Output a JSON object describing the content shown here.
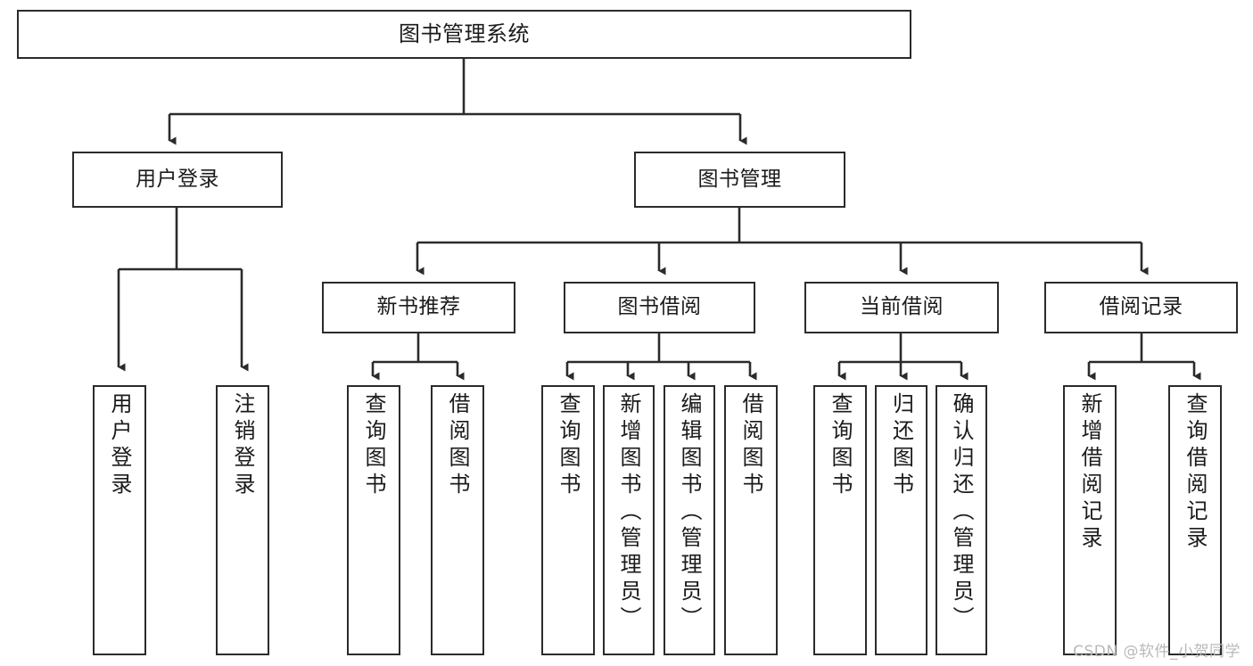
{
  "diagram": {
    "title": "图书管理系统",
    "type": "hierarchy-tree",
    "background": "#ffffff",
    "stroke_color": "#2b2b2b",
    "text_color": "#1b1b1b"
  },
  "nodes": {
    "root": {
      "label": "图书管理系统"
    },
    "level2": [
      {
        "id": "user-login",
        "label": "用户登录"
      },
      {
        "id": "book-manage",
        "label": "图书管理"
      }
    ],
    "level3": [
      {
        "id": "new-book-rec",
        "label": "新书推荐"
      },
      {
        "id": "book-borrow",
        "label": "图书借阅"
      },
      {
        "id": "current-borrow",
        "label": "当前借阅"
      },
      {
        "id": "borrow-record",
        "label": "借阅记录"
      }
    ],
    "leaves": [
      {
        "id": "leaf-user-login",
        "label": "用户登录"
      },
      {
        "id": "leaf-logout-login",
        "label": "注销登录"
      },
      {
        "id": "leaf-query-book-1",
        "label": "查询图书"
      },
      {
        "id": "leaf-borrow-book-1",
        "label": "借阅图书"
      },
      {
        "id": "leaf-query-book-2",
        "label": "查询图书"
      },
      {
        "id": "leaf-add-book",
        "label": "新增图书（管理员）"
      },
      {
        "id": "leaf-edit-book",
        "label": "编辑图书（管理员）"
      },
      {
        "id": "leaf-borrow-book-2",
        "label": "借阅图书"
      },
      {
        "id": "leaf-query-book-3",
        "label": "查询图书"
      },
      {
        "id": "leaf-return-book",
        "label": "归还图书"
      },
      {
        "id": "leaf-confirm-return",
        "label": "确认归还（管理员）"
      },
      {
        "id": "leaf-add-record",
        "label": "新增借阅记录"
      },
      {
        "id": "leaf-query-record",
        "label": "查询借阅记录"
      }
    ]
  },
  "watermark": {
    "text": "CSDN @软件_小贺同学"
  }
}
